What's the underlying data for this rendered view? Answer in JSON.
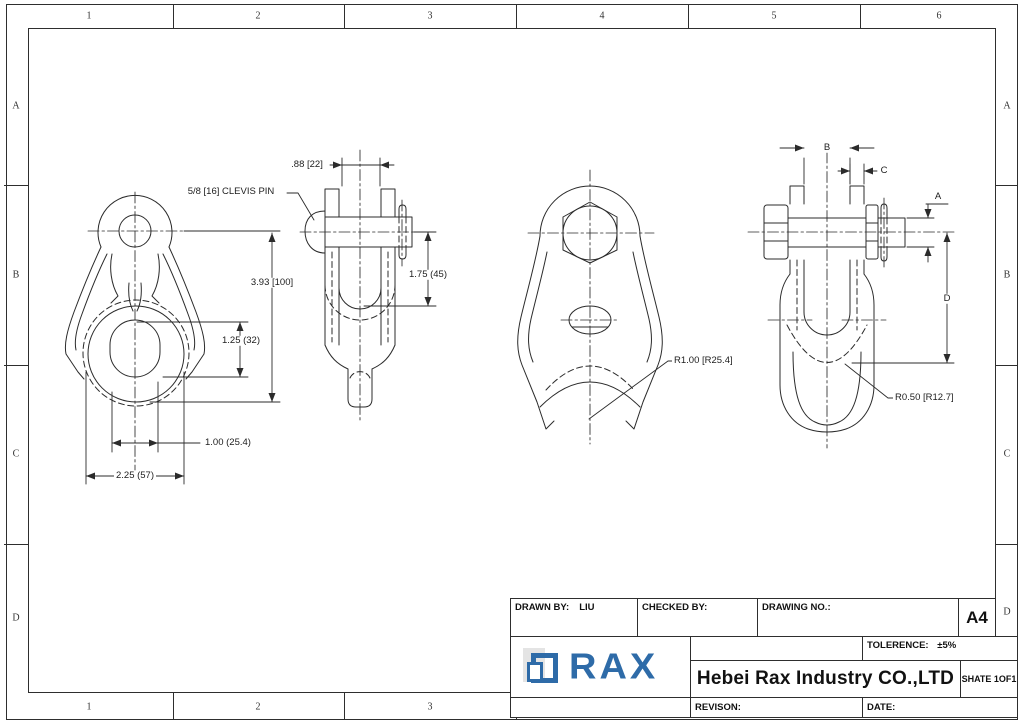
{
  "zones": {
    "top": [
      "1",
      "2",
      "3",
      "4",
      "5",
      "6"
    ],
    "bottom": [
      "1",
      "2",
      "3"
    ],
    "left": [
      "A",
      "B",
      "C",
      "D"
    ],
    "right": [
      "A",
      "B",
      "C",
      "D"
    ]
  },
  "title_block": {
    "drawn_by_label": "DRAWN BY:",
    "drawn_by_value": "LIU",
    "checked_by_label": "CHECKED BY:",
    "drawing_no_label": "DRAWING NO.:",
    "paper_size": "A4",
    "tolerance_label": "TOLERENCE:",
    "tolerance_value": "±5%",
    "company_name": "Hebei Rax Industry CO.,LTD",
    "sheet_label": "SHATE 1OF1",
    "revision_label": "REVISON:",
    "date_label": "DATE:",
    "logo_text": "RAX"
  },
  "drawing": {
    "front_clevis": {
      "pin_callout": "5/8 [16] CLEVIS PIN",
      "overall_height": "3.93 [100]",
      "slot_height": "1.25 (32)",
      "slot_width": "1.00 (25.4)",
      "seat_diameter": "2.25 (57)"
    },
    "side_clevis": {
      "jaw_opening": ".88 [22]",
      "pin_to_seat": "1.75 (45)"
    },
    "front_thimble": {
      "saddle_radius": "R1.00 [R25.4]"
    },
    "side_thimble": {
      "dim_a": "A",
      "dim_b": "B",
      "dim_c": "C",
      "dim_d": "D",
      "groove_radius": "R0.50 [R12.7]"
    }
  },
  "colors": {
    "line": "#2b2b2b",
    "logo_blue": "#2e6ba8"
  }
}
